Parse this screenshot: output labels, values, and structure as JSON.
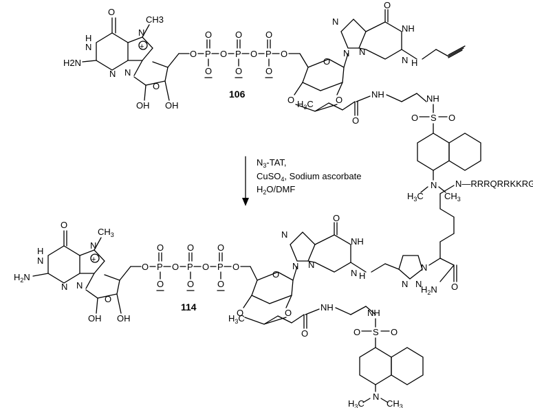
{
  "compound_top": {
    "number": "106",
    "methyl": "CH3",
    "amine": "H2N",
    "nh_left": "H",
    "n_labels": [
      "N",
      "N",
      "N",
      "N"
    ],
    "plus": "+",
    "carbonyl_o": "O",
    "ring_o": "O",
    "hydroxyls": [
      "OH",
      "OH"
    ],
    "phosphate_chain": [
      "O",
      "P",
      "O",
      "P",
      "O",
      "P",
      "O"
    ],
    "phosphate_oxo": [
      "O",
      "O",
      "O"
    ],
    "phosphate_minus": [
      "O",
      "O",
      "O"
    ],
    "acetal_methyl": "H3C",
    "propargyl_nh": "H",
    "right_labels": [
      "N",
      "N",
      "N",
      "NH",
      "N",
      "O",
      "O",
      "O",
      "O",
      "NH",
      "O",
      "NH",
      "S",
      "O",
      "O"
    ],
    "dansyl_amine": "N",
    "dansyl_methyls": [
      "H3C",
      "CH3"
    ]
  },
  "arrow": {
    "reagent_1": "N3-TAT,",
    "reagent_2": "CuSO4, Sodium ascorbate",
    "reagent_3": "H2O/DMF"
  },
  "compound_bottom": {
    "number": "114",
    "peptide": "N—RRRQRRKKRG",
    "peptide_nh": "H",
    "triazole_n": [
      "N",
      "N",
      "N"
    ],
    "amide": "H2N",
    "amide_o": "O",
    "dansyl_methyls": [
      "H3C",
      "CH3"
    ]
  }
}
